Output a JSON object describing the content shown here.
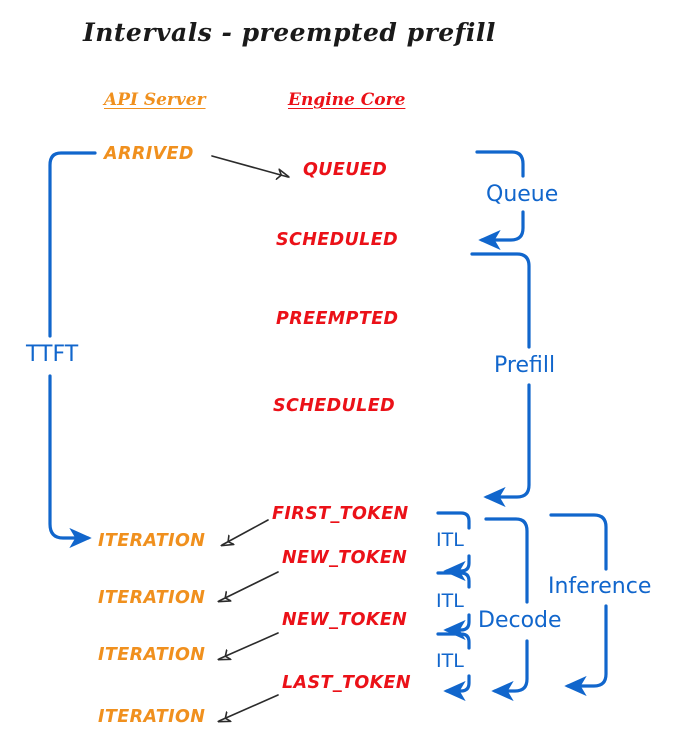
{
  "diagram": {
    "title": "Intervals - preempted prefill",
    "colors": {
      "api_server": "#F0901E",
      "engine_core": "#EB1118",
      "interval_blue": "#1166CC",
      "arrow_black": "#2b2b2b",
      "background": "#FFFFFF"
    },
    "columns": [
      {
        "id": "api-server",
        "label": "API Server",
        "color": "#F0901E"
      },
      {
        "id": "engine-core",
        "label": "Engine Core",
        "color": "#EB1118"
      }
    ],
    "api_server_events": [
      {
        "id": "arrived",
        "label": "ARRIVED"
      },
      {
        "id": "iteration-1",
        "label": "ITERATION"
      },
      {
        "id": "iteration-2",
        "label": "ITERATION"
      },
      {
        "id": "iteration-3",
        "label": "ITERATION"
      },
      {
        "id": "iteration-4",
        "label": "ITERATION"
      }
    ],
    "engine_core_events": [
      {
        "id": "queued",
        "label": "QUEUED"
      },
      {
        "id": "scheduled-1",
        "label": "SCHEDULED"
      },
      {
        "id": "preempted",
        "label": "PREEMPTED"
      },
      {
        "id": "scheduled-2",
        "label": "SCHEDULED"
      },
      {
        "id": "first-token",
        "label": "FIRST_TOKEN"
      },
      {
        "id": "new-token-1",
        "label": "NEW_TOKEN"
      },
      {
        "id": "new-token-2",
        "label": "NEW_TOKEN"
      },
      {
        "id": "last-token",
        "label": "LAST_TOKEN"
      }
    ],
    "intervals": [
      {
        "id": "ttft",
        "label": "TTFT"
      },
      {
        "id": "queue",
        "label": "Queue"
      },
      {
        "id": "prefill",
        "label": "Prefill"
      },
      {
        "id": "itl-1",
        "label": "ITL"
      },
      {
        "id": "itl-2",
        "label": "ITL"
      },
      {
        "id": "itl-3",
        "label": "ITL"
      },
      {
        "id": "decode",
        "label": "Decode"
      },
      {
        "id": "inference",
        "label": "Inference"
      }
    ]
  }
}
